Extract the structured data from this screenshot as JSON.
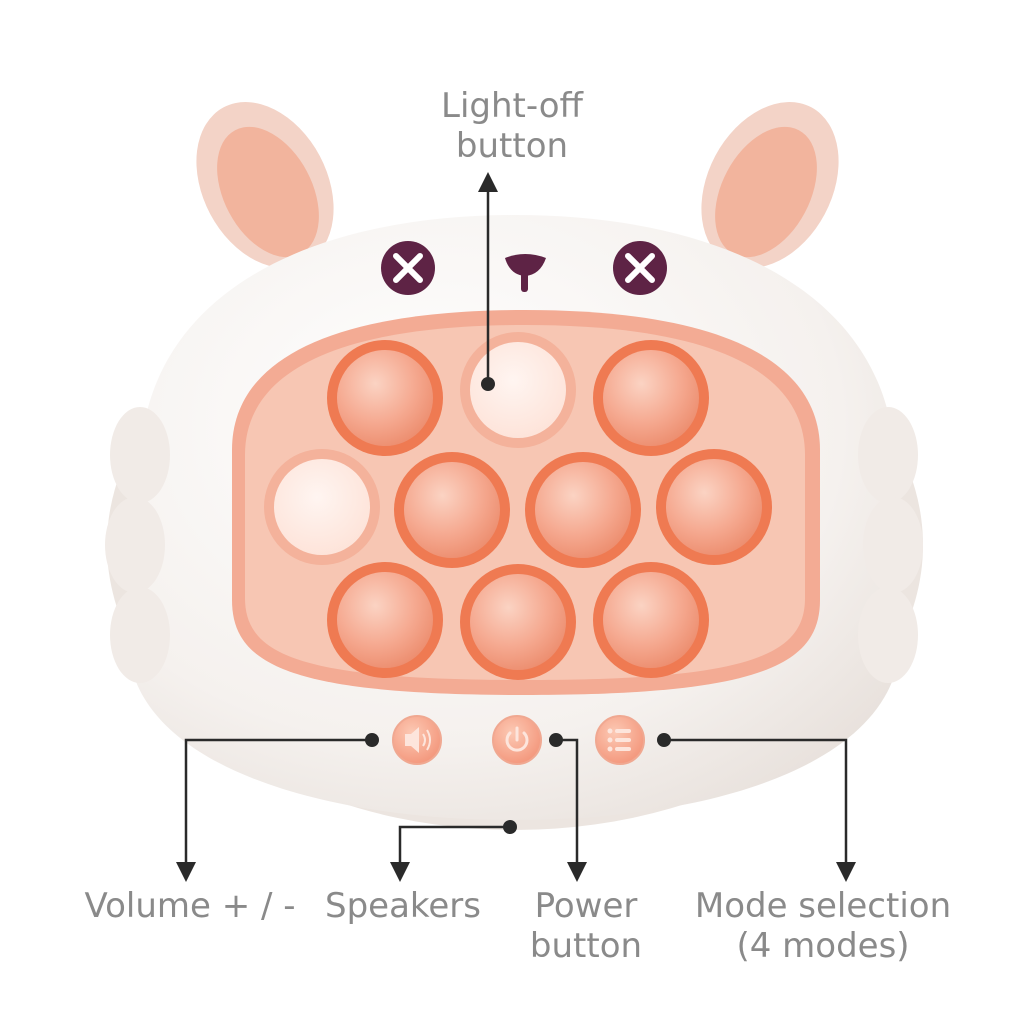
{
  "callouts": {
    "light_off": {
      "line1": "Light-off",
      "line2": "button"
    },
    "volume": {
      "line1": "Volume + / -"
    },
    "speakers": {
      "line1": "Speakers"
    },
    "power": {
      "line1": "Power",
      "line2": "button"
    },
    "mode": {
      "line1": "Mode selection",
      "line2": "(4 modes)"
    }
  },
  "colors": {
    "body": "#f7f4f1",
    "ear_inner": "#f4b9a2",
    "panel": "#f6c2ae",
    "bubble": "#f5a98f",
    "bubble_ring": "#ef7a52",
    "bubble_lit": "#fdeae3",
    "eye": "#5e2345",
    "line": "#2a2a2a",
    "label": "#8a8a8a"
  },
  "buttons": {
    "volume_icon": "speaker-icon",
    "power_icon": "power-icon",
    "mode_icon": "list-icon"
  }
}
